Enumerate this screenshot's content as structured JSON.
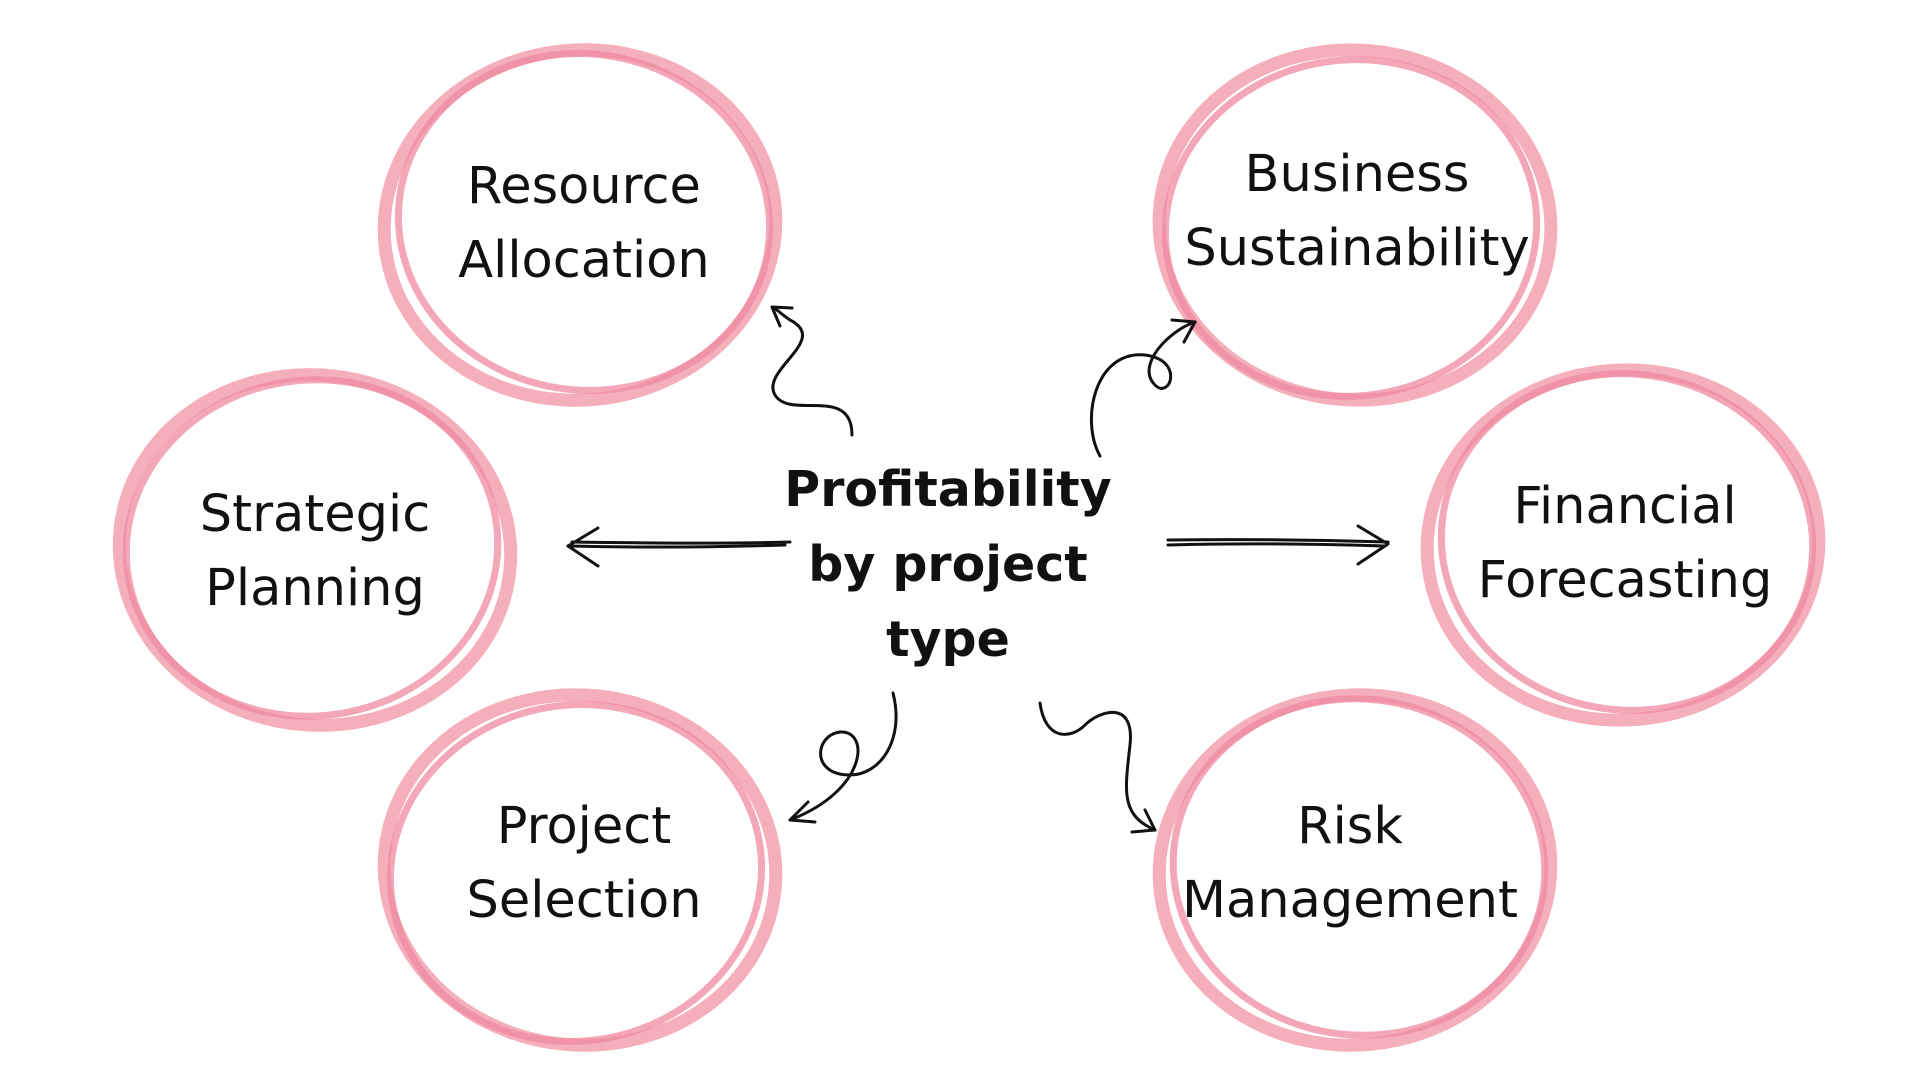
{
  "center": {
    "lines": [
      "Profitability",
      "by project",
      "type"
    ]
  },
  "nodes": [
    {
      "id": "resource-allocation",
      "lines": [
        "Resource",
        "Allocation"
      ]
    },
    {
      "id": "business-sustainability",
      "lines": [
        "Business",
        "Sustainability"
      ]
    },
    {
      "id": "strategic-planning",
      "lines": [
        "Strategic",
        "Planning"
      ]
    },
    {
      "id": "financial-forecasting",
      "lines": [
        "Financial",
        "Forecasting"
      ]
    },
    {
      "id": "project-selection",
      "lines": [
        "Project",
        "Selection"
      ]
    },
    {
      "id": "risk-management",
      "lines": [
        "Risk",
        "Management"
      ]
    }
  ],
  "colors": {
    "ring": "#f4a6b4",
    "ring_dark": "#ef8aa0",
    "text": "#111111",
    "arrow": "#111111",
    "background": "#ffffff"
  },
  "icons": {
    "node_outline": "hand-drawn-circle",
    "connector": "curved-arrow"
  }
}
